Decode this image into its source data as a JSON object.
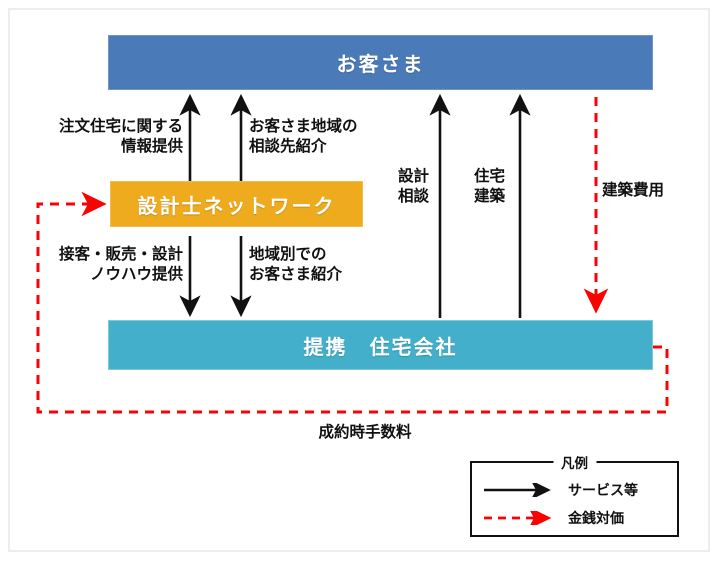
{
  "diagram": {
    "title_boxes": {
      "customer": "お客さま",
      "network": "設計士ネットワーク",
      "partner": "提携　住宅会社"
    },
    "colors": {
      "customer_box": "#4a7ab8",
      "network_box": "#eeab1e",
      "partner_box": "#43afcb",
      "service_arrow": "#111111",
      "money_arrow": "#ff0000",
      "frame": "#eceded"
    },
    "labels": {
      "info_provision": "注文住宅に関する\n情報提供",
      "consult_referral": "お客さま地域の\n相談先紹介",
      "knowhow": "接客・販売・設計\nノウハウ提供",
      "area_customer": "地域別での\nお客さま紹介",
      "design_consult": "設計\n相談",
      "house_build": "住宅\n建築",
      "build_cost": "建築費用",
      "contract_fee": "成約時手数料"
    },
    "legend": {
      "title": "凡例",
      "items": [
        {
          "label": "サービス等",
          "style": "solid-black-arrow"
        },
        {
          "label": "金銭対価",
          "style": "dashed-red-arrow"
        }
      ]
    }
  }
}
